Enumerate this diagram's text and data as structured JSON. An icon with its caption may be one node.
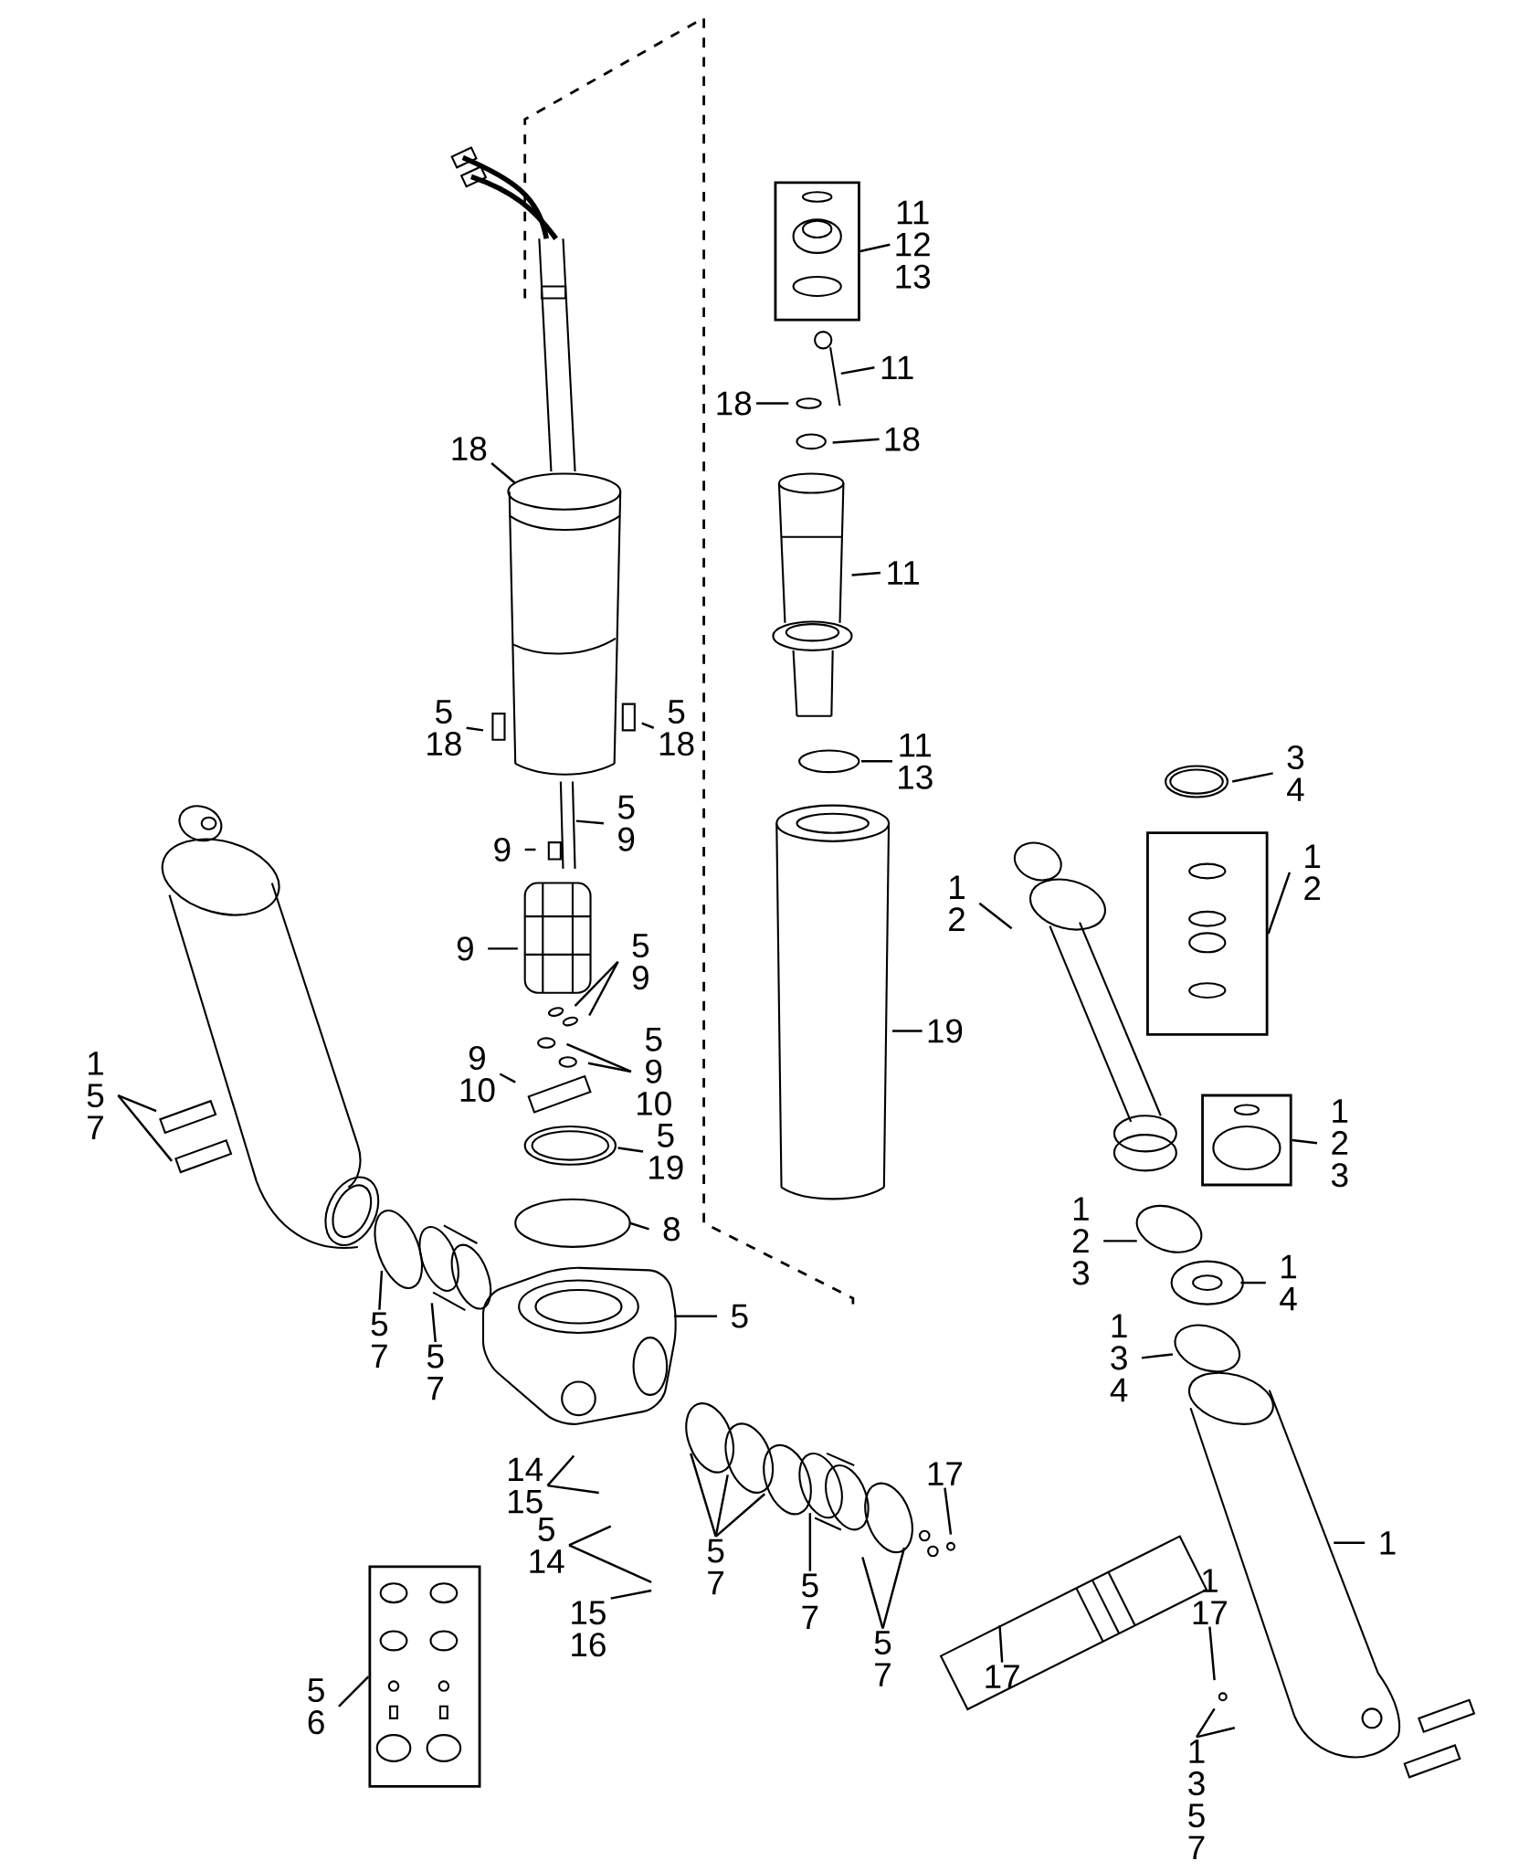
{
  "diagram": {
    "nodes": [
      {
        "text": [],
        "shape": "box"
      },
      {
        "text": [],
        "shape": "box"
      },
      {
        "text": [],
        "shape": "box"
      },
      {
        "text": [],
        "shape": "box"
      },
      {
        "text": [
          "11 12 13"
        ]
      },
      {
        "text": [
          "11"
        ]
      },
      {
        "text": [
          "18"
        ]
      },
      {
        "text": [
          "18"
        ]
      },
      {
        "text": [
          "18"
        ]
      },
      {
        "text": [
          "11"
        ]
      },
      {
        "text": [
          "5 18"
        ]
      },
      {
        "text": [
          "5 18"
        ]
      },
      {
        "text": [
          "11 13"
        ]
      },
      {
        "text": [
          "3 4"
        ]
      },
      {
        "text": [
          "5 9"
        ]
      },
      {
        "text": [
          "9"
        ]
      },
      {
        "text": [
          "1 2"
        ]
      },
      {
        "text": [
          "1 2"
        ]
      },
      {
        "text": [
          "9"
        ]
      },
      {
        "text": [
          "5 9"
        ]
      },
      {
        "text": [
          "19"
        ]
      },
      {
        "text": [
          "5 9 10"
        ]
      },
      {
        "text": [
          "9 10"
        ]
      },
      {
        "text": [
          "1 5 7"
        ]
      },
      {
        "text": [
          "5 19"
        ]
      },
      {
        "text": [
          "8"
        ]
      },
      {
        "text": [
          "1 2 3"
        ]
      },
      {
        "text": [
          "1 2 3"
        ]
      },
      {
        "text": [
          "1 4"
        ]
      },
      {
        "text": [
          "5"
        ]
      },
      {
        "text": [
          "5 7"
        ]
      },
      {
        "text": [
          "1 3 4"
        ]
      },
      {
        "text": [
          "5 7"
        ]
      },
      {
        "text": [
          "14 15"
        ]
      },
      {
        "text": [
          "5 14"
        ]
      },
      {
        "text": [
          "15 16"
        ]
      },
      {
        "text": [
          "5 7"
        ]
      },
      {
        "text": [
          "5 7"
        ]
      },
      {
        "text": [
          "17"
        ]
      },
      {
        "text": [
          "5 7"
        ]
      },
      {
        "text": [
          "1"
        ]
      },
      {
        "text": [
          "1 17"
        ]
      },
      {
        "text": [
          "17"
        ]
      },
      {
        "text": [
          "5 6"
        ]
      },
      {
        "text": [
          "1 3 5 7"
        ]
      }
    ],
    "edges": [
      {
        "from": 4,
        "to": 0,
        "arrow": "none"
      },
      {
        "from": 5,
        "to": null,
        "arrow": "none"
      },
      {
        "from": 6,
        "to": null,
        "arrow": "none"
      },
      {
        "from": 7,
        "to": null,
        "arrow": "none"
      },
      {
        "from": 8,
        "to": null,
        "arrow": "none"
      },
      {
        "from": 9,
        "to": null,
        "arrow": "none"
      },
      {
        "from": 10,
        "to": null,
        "arrow": "none"
      },
      {
        "from": 11,
        "to": null,
        "arrow": "none"
      },
      {
        "from": 12,
        "to": null,
        "arrow": "none"
      },
      {
        "from": 13,
        "to": null,
        "arrow": "none"
      },
      {
        "from": 14,
        "to": null,
        "arrow": "none"
      },
      {
        "from": 15,
        "to": null,
        "arrow": "none"
      },
      {
        "from": 16,
        "to": 1,
        "arrow": "none"
      },
      {
        "from": 17,
        "to": null,
        "arrow": "none"
      },
      {
        "from": 18,
        "to": null,
        "arrow": "none"
      },
      {
        "from": 19,
        "to": null,
        "arrow": "none"
      },
      {
        "from": 19,
        "to": null,
        "arrow": "none"
      },
      {
        "from": 20,
        "to": null,
        "arrow": "none"
      },
      {
        "from": 21,
        "to": null,
        "arrow": "none"
      },
      {
        "from": 21,
        "to": null,
        "arrow": "none"
      },
      {
        "from": 22,
        "to": null,
        "arrow": "none"
      },
      {
        "from": 23,
        "to": null,
        "arrow": "none"
      },
      {
        "from": 23,
        "to": null,
        "arrow": "none"
      },
      {
        "from": 24,
        "to": null,
        "arrow": "none"
      },
      {
        "from": 25,
        "to": null,
        "arrow": "none"
      },
      {
        "from": 26,
        "to": 2,
        "arrow": "none"
      },
      {
        "from": 27,
        "to": null,
        "arrow": "none"
      },
      {
        "from": 28,
        "to": null,
        "arrow": "none"
      },
      {
        "from": 29,
        "to": null,
        "arrow": "none"
      },
      {
        "from": 30,
        "to": null,
        "arrow": "none"
      },
      {
        "from": 31,
        "to": null,
        "arrow": "none"
      },
      {
        "from": 32,
        "to": null,
        "arrow": "none"
      },
      {
        "from": 33,
        "to": null,
        "arrow": "none"
      },
      {
        "from": 33,
        "to": null,
        "arrow": "none"
      },
      {
        "from": 34,
        "to": null,
        "arrow": "none"
      },
      {
        "from": 34,
        "to": null,
        "arrow": "none"
      },
      {
        "from": 35,
        "to": null,
        "arrow": "none"
      },
      {
        "from": 36,
        "to": null,
        "arrow": "none"
      },
      {
        "from": 36,
        "to": null,
        "arrow": "none"
      },
      {
        "from": 36,
        "to": null,
        "arrow": "none"
      },
      {
        "from": 37,
        "to": null,
        "arrow": "none"
      },
      {
        "from": 38,
        "to": null,
        "arrow": "none"
      },
      {
        "from": 39,
        "to": null,
        "arrow": "none"
      },
      {
        "from": 39,
        "to": null,
        "arrow": "none"
      },
      {
        "from": 40,
        "to": null,
        "arrow": "none"
      },
      {
        "from": 41,
        "to": null,
        "arrow": "none"
      },
      {
        "from": 42,
        "to": null,
        "arrow": "none"
      },
      {
        "from": 43,
        "to": 3,
        "arrow": "none"
      },
      {
        "from": 44,
        "to": null,
        "arrow": "none"
      },
      {
        "from": 44,
        "to": null,
        "arrow": "none"
      }
    ]
  }
}
